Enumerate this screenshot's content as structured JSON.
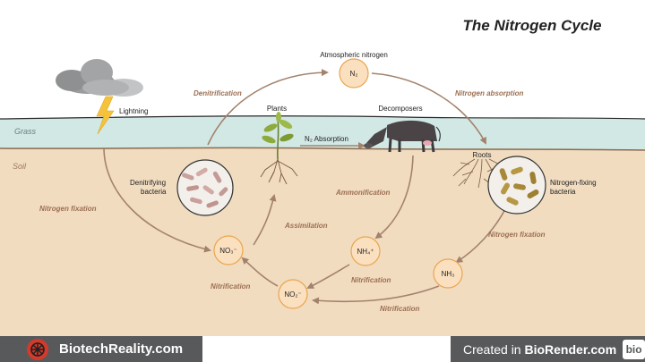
{
  "title": "The Nitrogen Cycle",
  "zones": {
    "grass": "Grass",
    "soil": "Soil"
  },
  "labels": {
    "lightning": "Lightning",
    "atmospheric_nitrogen": "Atmospheric nitrogen",
    "plants": "Plants",
    "decomposers": "Decomposers",
    "roots": "Roots",
    "n2_absorption": "N₂ Absorption",
    "denitrifying_bacteria_1": "Denitrifying",
    "denitrifying_bacteria_2": "bacteria",
    "nitrogen_fixing_bacteria_1": "Nitrogen-fixing",
    "nitrogen_fixing_bacteria_2": "bacteria"
  },
  "processes": {
    "denitrification": "Denitrification",
    "nitrogen_absorption": "Nitrogen absorption",
    "nitrogen_fixation_left": "Nitrogen fixation",
    "nitrogen_fixation_right": "Nitrogen fixation",
    "ammonification": "Ammonification",
    "assimilation": "Assimilation",
    "nitrification_1": "Nitrification",
    "nitrification_2": "Nitrification",
    "nitrification_3": "Nitrification"
  },
  "compounds": {
    "n2": "N₂",
    "no3": "NO₃⁻",
    "nh4": "NH₄⁺",
    "no2": "NO₂⁻",
    "nh3": "NH₃"
  },
  "footer": {
    "brand": "BiotechReality.com",
    "credit_prefix": "Created in ",
    "credit_brand": "BioRender.com",
    "bio_badge": "bio"
  },
  "colors": {
    "sky": "#ffffff",
    "grass": "#d2e8e5",
    "soil": "#f1dcc0",
    "arrow": "#a3826c",
    "process_text": "#9c6f52",
    "node_fill": "#fbe0c0",
    "node_stroke": "#e9a550",
    "footer": "#58595b"
  }
}
